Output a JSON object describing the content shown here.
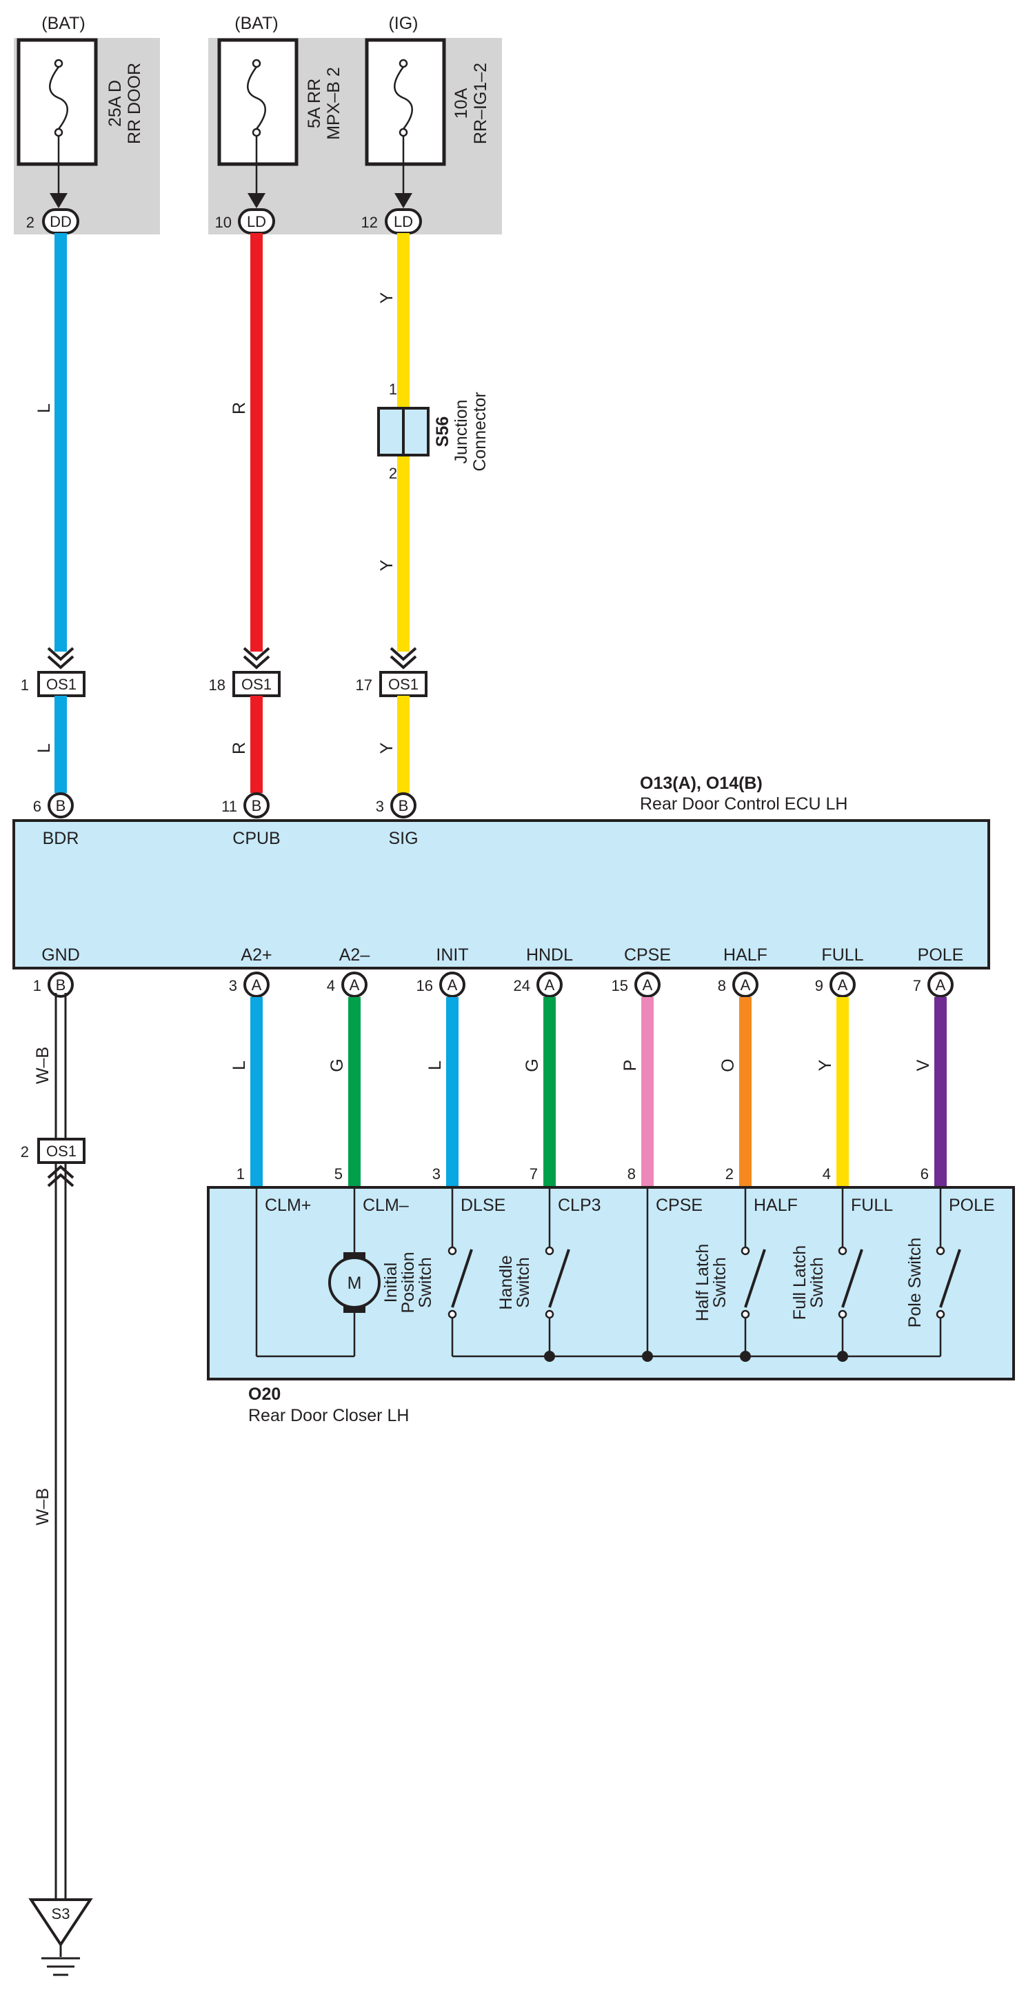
{
  "fuses": [
    {
      "source": "(BAT)",
      "rating": "25A D",
      "name": "RR DOOR",
      "pin": "2",
      "connector": "DD"
    },
    {
      "source": "(BAT)",
      "rating": "5A RR",
      "name": "MPX–B 2",
      "pin": "10",
      "connector": "LD"
    },
    {
      "source": "(IG)",
      "rating": "10A",
      "name": "RR–IG1–2",
      "pin": "12",
      "connector": "LD"
    }
  ],
  "upper_wires": {
    "w1": "L",
    "w2": "R",
    "w3a": "Y",
    "w3b": "Y"
  },
  "junction": {
    "id": "S56",
    "line1": "Junction",
    "line2": "Connector",
    "pin_in": "1",
    "pin_out": "2"
  },
  "inline_connectors": [
    {
      "pin": "1",
      "name": "OS1"
    },
    {
      "pin": "18",
      "name": "OS1"
    },
    {
      "pin": "17",
      "name": "OS1"
    }
  ],
  "lower_wires": {
    "w1": "L",
    "w2": "R",
    "w3": "Y"
  },
  "ecu": {
    "id": "O13(A), O14(B)",
    "name": "Rear Door Control ECU LH",
    "top_pins": [
      {
        "pin": "6",
        "conn": "B",
        "label": "BDR"
      },
      {
        "pin": "11",
        "conn": "B",
        "label": "CPUB"
      },
      {
        "pin": "3",
        "conn": "B",
        "label": "SIG"
      }
    ],
    "bottom_pins": [
      {
        "pin": "1",
        "conn": "B",
        "label": "GND"
      },
      {
        "pin": "3",
        "conn": "A",
        "label": "A2+"
      },
      {
        "pin": "4",
        "conn": "A",
        "label": "A2–"
      },
      {
        "pin": "16",
        "conn": "A",
        "label": "INIT"
      },
      {
        "pin": "24",
        "conn": "A",
        "label": "HNDL"
      },
      {
        "pin": "15",
        "conn": "A",
        "label": "CPSE"
      },
      {
        "pin": "8",
        "conn": "A",
        "label": "HALF"
      },
      {
        "pin": "9",
        "conn": "A",
        "label": "FULL"
      },
      {
        "pin": "7",
        "conn": "A",
        "label": "POLE"
      }
    ]
  },
  "ecu_closer_wires": [
    {
      "color_code": "L",
      "color": "#0aa7e3"
    },
    {
      "color_code": "G",
      "color": "#00a04a"
    },
    {
      "color_code": "L",
      "color": "#0aa7e3"
    },
    {
      "color_code": "G",
      "color": "#00a04a"
    },
    {
      "color_code": "P",
      "color": "#ee87b9"
    },
    {
      "color_code": "O",
      "color": "#f5891f"
    },
    {
      "color_code": "Y",
      "color": "#ffde00"
    },
    {
      "color_code": "V",
      "color": "#6f2c91"
    }
  ],
  "ground": {
    "wire_upper": "W–B",
    "connector_pin": "2",
    "connector": "OS1",
    "wire_lower": "W–B",
    "point": "S3"
  },
  "closer": {
    "id": "O20",
    "name": "Rear Door Closer LH",
    "pins": [
      {
        "pin": "1",
        "label": "CLM+"
      },
      {
        "pin": "5",
        "label": "CLM–"
      },
      {
        "pin": "3",
        "label": "DLSE"
      },
      {
        "pin": "7",
        "label": "CLP3"
      },
      {
        "pin": "8",
        "label": "CPSE"
      },
      {
        "pin": "2",
        "label": "HALF"
      },
      {
        "pin": "4",
        "label": "FULL"
      },
      {
        "pin": "6",
        "label": "POLE"
      }
    ],
    "motor": "M",
    "switches": [
      {
        "l1": "Initial",
        "l2": "Position",
        "l3": "Switch"
      },
      {
        "l1": "Handle",
        "l2": "Switch"
      },
      {
        "l1": "Half Latch",
        "l2": "Switch"
      },
      {
        "l1": "Full Latch",
        "l2": "Switch"
      },
      {
        "l1": "Pole Switch"
      }
    ]
  },
  "colors": {
    "wire_L": "#0aa7e3",
    "wire_R": "#ed1c24",
    "wire_Y": "#ffde00",
    "wire_G": "#00a04a",
    "wire_P": "#ee87b9",
    "wire_O": "#f5891f",
    "wire_V": "#6f2c91",
    "component_fill": "#c7e9f8",
    "fuse_box": "#d4d4d4"
  }
}
